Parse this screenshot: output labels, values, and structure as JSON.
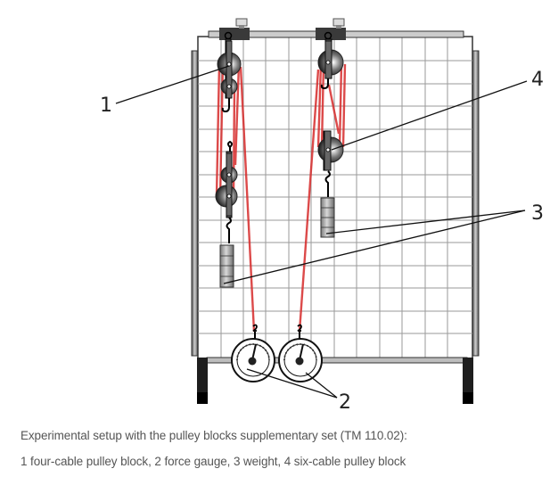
{
  "diagram": {
    "type": "technical-illustration",
    "subject": "pulley blocks experimental setup",
    "callouts": [
      {
        "id": "1",
        "label": "1",
        "target": "four-cable pulley block"
      },
      {
        "id": "2",
        "label": "2",
        "target": "force gauge"
      },
      {
        "id": "3",
        "label": "3",
        "target": "weight"
      },
      {
        "id": "4",
        "label": "4",
        "target": "six-cable pulley block"
      }
    ],
    "colors": {
      "cable": "#d62b2b",
      "frame": "#333333",
      "grid": "#9a9a9a",
      "panel": "#ffffff",
      "clamp": "#3a3a3a"
    }
  },
  "caption": {
    "title": "Experimental setup with the pulley blocks supplementary set (TM 110.02):",
    "legend": "1 four-cable pulley block, 2 force gauge, 3 weight, 4 six-cable pulley block"
  }
}
